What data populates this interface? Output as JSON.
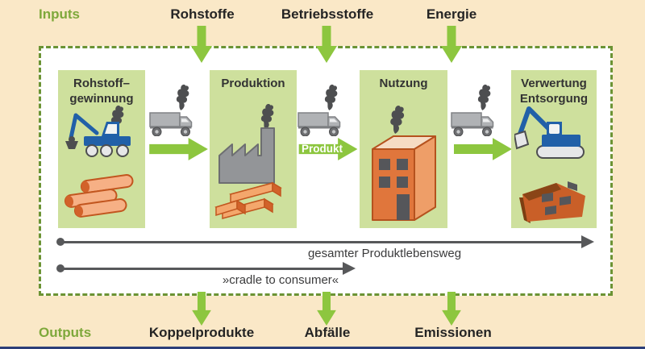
{
  "inputs": {
    "section_label": "Inputs",
    "items": [
      "Rohstoffe",
      "Betriebsstoffe",
      "Energie"
    ]
  },
  "outputs": {
    "section_label": "Outputs",
    "items": [
      "Koppelprodukte",
      "Abfälle",
      "Emissionen"
    ]
  },
  "stages": [
    {
      "title_line1": "Rohstoff–",
      "title_line2": "gewinnung"
    },
    {
      "title_line1": "Produktion",
      "title_line2": ""
    },
    {
      "title_line1": "Nutzung",
      "title_line2": ""
    },
    {
      "title_line1": "Verwertung",
      "title_line2": "Entsorgung"
    }
  ],
  "transfers": [
    {
      "label": ""
    },
    {
      "label": "Produkt"
    },
    {
      "label": ""
    }
  ],
  "timeline": {
    "full_label": "gesamter Produktlebensweg",
    "partial_label": "»cradle to consumer«"
  },
  "icons": {
    "input_arrow": "down-arrow-icon",
    "output_arrow": "down-arrow-icon",
    "flow_arrow": "right-arrow-icon",
    "smoke": "smoke-plume-icon",
    "truck": "delivery-truck-icon",
    "harvester": "log-harvester-icon",
    "logs": "timber-logs-icon",
    "factory": "factory-icon",
    "lumber": "lumber-beams-icon",
    "building": "residential-building-icon",
    "excavator": "excavator-icon",
    "rubble": "demolished-house-icon"
  },
  "colors": {
    "background": "#FAE8C7",
    "panel": "#FFFFFF",
    "dashed_border": "#6B9334",
    "arrow_green": "#8DC63F",
    "box_green": "#CEE09D",
    "label_green": "#7EA83B",
    "dark_gray": "#4D4E50",
    "timeline_gray": "#57585A",
    "machine_blue": "#2160A8",
    "building_orange": "#E0763C",
    "bottom_bar_blue": "#2B3E79"
  }
}
